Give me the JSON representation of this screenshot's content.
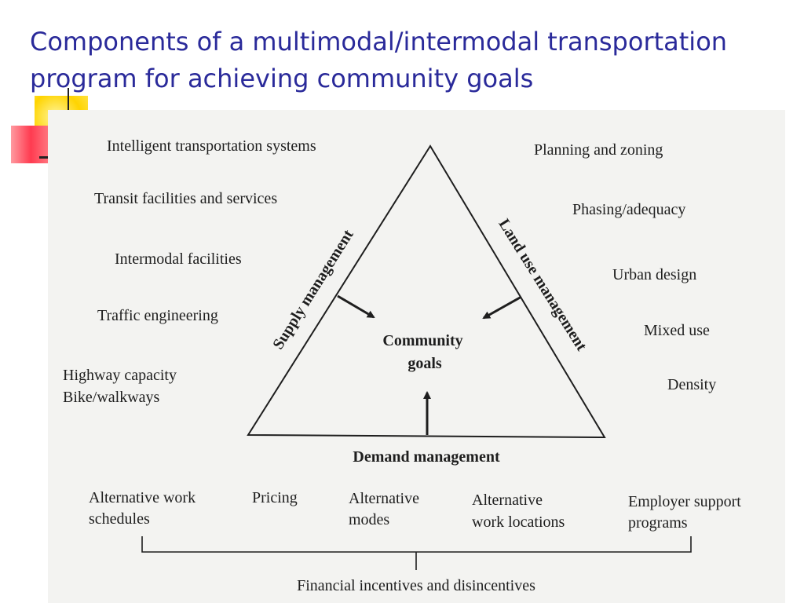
{
  "slide": {
    "title": "Components of a multimodal/intermodal transportation program for achieving community goals"
  },
  "diagram": {
    "center_label": [
      "Community",
      "goals"
    ],
    "triangle_sides": {
      "left": "Supply management",
      "right": "Land use management",
      "bottom": "Demand management"
    },
    "supply_items": [
      [
        "Intelligent transportation systems"
      ],
      [
        "Transit facilities and services"
      ],
      [
        "Intermodal facilities"
      ],
      [
        "Traffic engineering"
      ],
      [
        "Highway capacity",
        "Bike/walkways"
      ]
    ],
    "land_use_items": [
      [
        "Planning and zoning"
      ],
      [
        "Phasing/adequacy"
      ],
      [
        "Urban design"
      ],
      [
        "Mixed use"
      ],
      [
        "Density"
      ]
    ],
    "demand_items": [
      [
        "Alternative work",
        "schedules"
      ],
      [
        "Pricing"
      ],
      [
        "Alternative",
        "modes"
      ],
      [
        "Alternative",
        "work locations"
      ],
      [
        "Employer support",
        "programs"
      ]
    ],
    "bracket_label": "Financial incentives and disincentives"
  }
}
